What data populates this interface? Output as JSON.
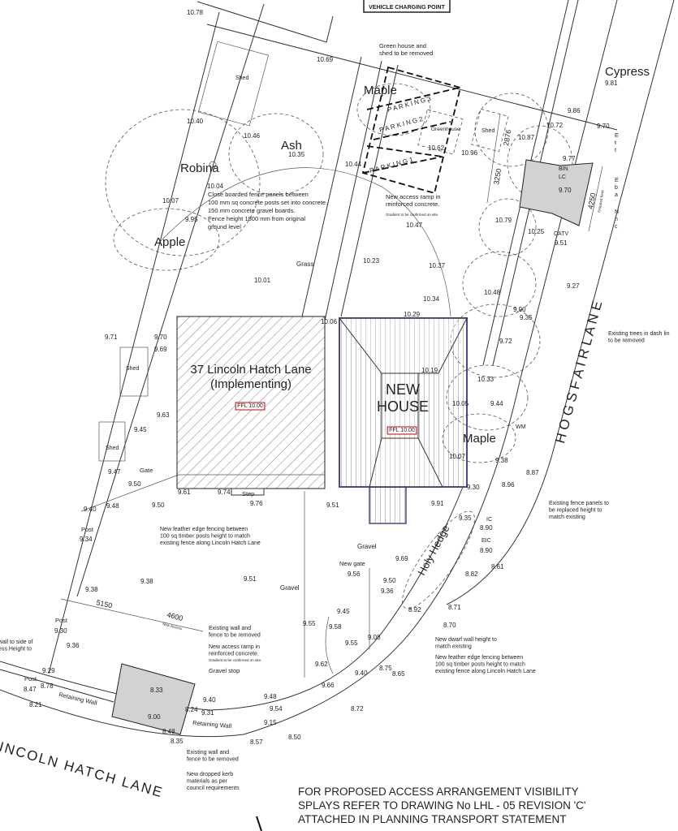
{
  "colors": {
    "lines": "#333333",
    "shaded_area": "#d2d2d2",
    "new_house_outline": "#4a4a8a",
    "ffl_box": "#cc0000"
  },
  "spot_levels": [
    "10.78",
    "10.69",
    "10.40",
    "10.46",
    "10.35",
    "10.44",
    "10.04",
    "10.07",
    "9.95",
    "10.01",
    "10.23",
    "10.62",
    "10.96",
    "10.87",
    "10.72",
    "9.86",
    "9.81",
    "9.70",
    "9.77",
    "9.70",
    "10.47",
    "10.79",
    "10.25",
    "9.51",
    "10.37",
    "10.34",
    "10.29",
    "10.48",
    "9.90",
    "9.35",
    "9.27",
    "9.72",
    "10.06",
    "10.19",
    "10.33",
    "10.05",
    "9.44",
    "10.07",
    "9.38",
    "9.30",
    "8.96",
    "8.87",
    "9.71",
    "9.70",
    "9.69",
    "9.63",
    "9.45",
    "9.47",
    "9.50",
    "9.61",
    "9.74",
    "9.76",
    "9.50",
    "9.51",
    "9.40",
    "9.48",
    "9.34",
    "9.38",
    "9.38",
    "9.51",
    "9.56",
    "9.91",
    "9.35",
    "9.69",
    "9.50",
    "9.36",
    "8.92",
    "8.71",
    "8.70",
    "8.82",
    "8.61",
    "8.90",
    "8.90",
    "9.45",
    "9.55",
    "9.58",
    "9.08",
    "9.55",
    "9.62",
    "9.66",
    "9.40",
    "8.75",
    "8.65",
    "9.30",
    "9.36",
    "9.29",
    "8.78",
    "8.47",
    "8.21",
    "8.33",
    "9.00",
    "8.24",
    "8.48",
    "8.35",
    "9.40",
    "9.31",
    "9.48",
    "9.54",
    "9.15",
    "8.57",
    "8.50",
    "8.72"
  ],
  "labels": {
    "charging_point": "VEHICLE CHARGING POINT",
    "green_house_note": [
      "Green house and",
      "shed to be removed"
    ],
    "cypress": "Cypress",
    "maple_top": "Maple",
    "ash": "Ash",
    "robina": "Robina",
    "apple": "Apple",
    "maple_right": "Maple",
    "fence_note": [
      "Close boarded fence panels between",
      "100 mm sq concrete posts set into concrete.",
      "150 mm concrete gravel boards.",
      "Fence height 1800 mm from original",
      "ground level"
    ],
    "ramp_note_top": [
      "New access ramp in",
      "reinforced concrete."
    ],
    "gradient_top": "Gradient to be confirmed on site.",
    "grass": "Grass",
    "gravel": "Gravel",
    "gravel_2": "Gravel",
    "house37": [
      "37 Lincoln Hatch Lane",
      "(Implementing)"
    ],
    "ffl_37": "FFL 10.00",
    "new_house": [
      "NEW",
      "HOUSE"
    ],
    "ffl_new": "FFL 10.00",
    "shed_top": "Shed",
    "shed_left1": "Shed",
    "shed_left2": "Shed",
    "shed_right": "Shed",
    "greenhouse": "Greenhouse",
    "parking_3": "P A R K I N G  3",
    "parking_2": "P A R K I N G  2",
    "parking_1": "P A R K I N G  1",
    "dim_2876": "2876",
    "dim_3250": "3250",
    "dim_4250": "4250",
    "dropped_kerb_small": "Dropped Kerb",
    "bin": "BIN",
    "lc": "LC",
    "catv": "CATV",
    "right_cut_1": [
      "E",
      "t",
      "t"
    ],
    "right_cut_2": [
      "E",
      "b",
      "a"
    ],
    "right_cut_3": [
      "N",
      "n",
      "c"
    ],
    "existing_trees_note": [
      "Existing trees in dash lin",
      "to be removed"
    ],
    "hogsfair_lane": "H O G S F A I R   L A N E",
    "gate": "Gate",
    "step": "Step",
    "post_1": "Post",
    "post_2": "Post",
    "post_3": "Post",
    "feather_note_mid": [
      "New feather edge fencing between",
      "100 sq timber posts height to match",
      "existing fence along  Lincoln Hatch Lane"
    ],
    "existing_fence_panels": [
      "Existing fence panels to",
      "be replaced height to",
      "match existing"
    ],
    "holy_hedge": "Holy Hedge",
    "ic": "IC",
    "eic": "EIC",
    "wm": "WM",
    "new_gate": "New gate",
    "dwarf_wall": [
      "New dwarf wall height to",
      "match existing"
    ],
    "feather_note_low": [
      "New feather edge fencing between",
      "100 sq timber posts height to match",
      "existing fence along  Lincoln Hatch Lane"
    ],
    "existing_wall_1": [
      "Existing wall  and",
      "fence to be removed"
    ],
    "ramp_note_low": [
      "New access ramp in",
      "reinforced concrete."
    ],
    "gradient_low": "Gradient to be confirmed on site.",
    "gravel_stop": "Gravel stop",
    "left_cut": [
      "wall to side of",
      "ess.Height to",
      "t"
    ],
    "dim_5150": "5150",
    "dim_4600": "4600",
    "new_access": "New Access",
    "retaining_wall_1": "Retaining Wall",
    "retaining_wall_2": "Retaining Wall",
    "existing_wall_2": [
      "Existing wall  and",
      "fence to be removed"
    ],
    "dropped_kerb_note": [
      "New dropped kerb",
      "materials as per",
      "council requirements"
    ],
    "lincoln_hatch_lane": "INCOLN HATCH LANE",
    "bottom_note": [
      "FOR PROPOSED ACCESS ARRANGEMENT VISIBILITY",
      "SPLAYS REFER TO DRAWING No LHL - 05 REVISION 'C'",
      "ATTACHED IN PLANNING TRANSPORT STATEMENT"
    ]
  }
}
